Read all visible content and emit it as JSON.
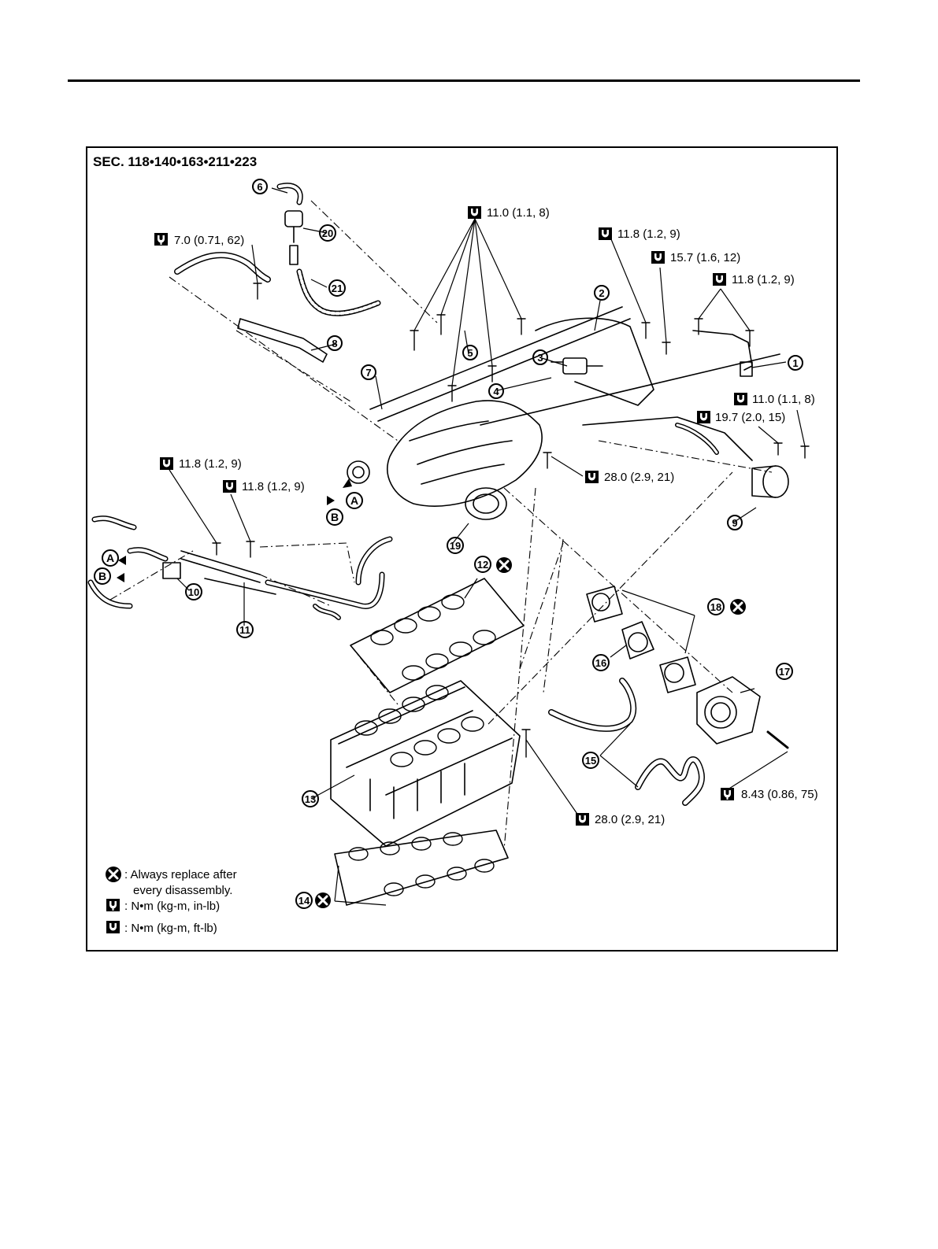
{
  "section_code": "SEC. 118•140•163•211•223",
  "torques": [
    {
      "id": "t1",
      "unit": "in",
      "value": "7.0 (0.71, 62)"
    },
    {
      "id": "t2",
      "unit": "ft",
      "value": "11.0 (1.1, 8)"
    },
    {
      "id": "t3",
      "unit": "ft",
      "value": "11.8 (1.2, 9)"
    },
    {
      "id": "t4",
      "unit": "ft",
      "value": "15.7 (1.6, 12)"
    },
    {
      "id": "t5",
      "unit": "ft",
      "value": "11.8 (1.2, 9)"
    },
    {
      "id": "t6",
      "unit": "ft",
      "value": "11.0 (1.1, 8)"
    },
    {
      "id": "t7",
      "unit": "ft",
      "value": "19.7 (2.0, 15)"
    },
    {
      "id": "t8",
      "unit": "ft",
      "value": "28.0 (2.9, 21)"
    },
    {
      "id": "t9",
      "unit": "ft",
      "value": "11.8 (1.2, 9)"
    },
    {
      "id": "t10",
      "unit": "ft",
      "value": "11.8 (1.2, 9)"
    },
    {
      "id": "t11",
      "unit": "ft",
      "value": "28.0 (2.9, 21)"
    },
    {
      "id": "t12",
      "unit": "in",
      "value": "8.43 (0.86, 75)"
    }
  ],
  "callouts": [
    "1",
    "2",
    "3",
    "4",
    "5",
    "6",
    "7",
    "8",
    "9",
    "10",
    "11",
    "12",
    "13",
    "14",
    "15",
    "16",
    "17",
    "18",
    "19",
    "20",
    "21"
  ],
  "ports": [
    "A",
    "B"
  ],
  "legend": {
    "replace_line1": ": Always replace after",
    "replace_line2": "every disassembly.",
    "in_lb": ": N•m (kg-m, in-lb)",
    "ft_lb": ": N•m (kg-m, ft-lb)"
  }
}
